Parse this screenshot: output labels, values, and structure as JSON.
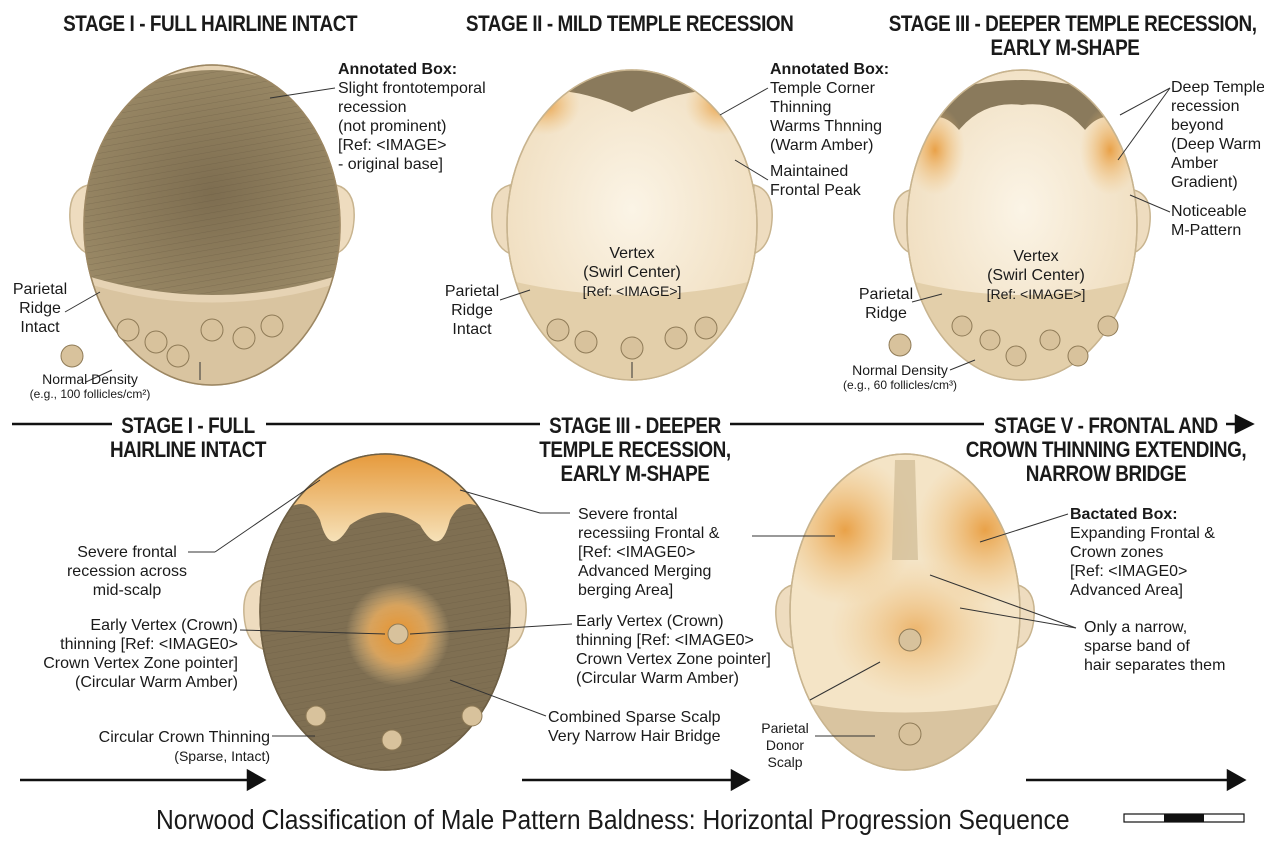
{
  "titles": {
    "top1": "STAGE I - FULL HAIRLINE INTACT",
    "top2": "STAGE II - MILD TEMPLE RECESSION",
    "top3a": "STAGE III - DEEPER TEMPLE RECESSION,",
    "top3b": "EARLY M-SHAPE",
    "mid1a": "STAGE I - FULL",
    "mid1b": "HAIRLINE INTACT",
    "mid2a": "STAGE III - DEEPER",
    "mid2b": "TEMPLE RECESSION,",
    "mid2c": "EARLY M-SHAPE",
    "mid3a": "STAGE V - FRONTAL AND",
    "mid3b": "CROWN THINNING EXTENDING,",
    "mid3c": "NARROW BRIDGE"
  },
  "stage1": {
    "box_title": "Annotated Box:",
    "box_lines": [
      "Slight frontotemporal",
      "recession",
      "(not prominent)",
      "[Ref: <IMAGE>",
      "- original base]"
    ],
    "parietal": [
      "Parietal",
      "Ridge",
      "Intact"
    ],
    "density": "Normal Density",
    "density_note": "(e.g., 100 follicles/cm²)"
  },
  "stage2": {
    "box_title": "Annotated Box:",
    "box_lines": [
      "Temple Corner",
      "Thinning",
      "Warms Thnning",
      "(Warm Amber)"
    ],
    "peak": [
      "Maintained",
      "Frontal Peak"
    ],
    "vertex": [
      "Vertex",
      "(Swirl Center)",
      "[Ref: <IMAGE>]"
    ],
    "parietal": [
      "Parietal",
      "Ridge",
      "Intact"
    ]
  },
  "stage3": {
    "box_lines": [
      "Deep Temple",
      "recession",
      "beyond",
      "(Deep Warm",
      "Amber",
      "Gradient)"
    ],
    "mpattern": [
      "Noticeable",
      "M-Pattern"
    ],
    "vertex": [
      "Vertex",
      "(Swirl Center)",
      "[Ref: <IMAGE>]"
    ],
    "parietal": [
      "Parietal",
      "Ridge"
    ],
    "density": "Normal Density",
    "density_note": "(e.g., 60 follicles/cm³)"
  },
  "stage4": {
    "left_top": [
      "Severe frontal",
      "recession across",
      "mid-scalp"
    ],
    "left_mid": [
      "Early Vertex (Crown)",
      "thinning [Ref: <IMAGE0>",
      "Crown Vertex Zone pointer]",
      "(Circular Warm Amber)"
    ],
    "left_bot": [
      "Circular Crown Thinning",
      "(Sparse, Intact)"
    ],
    "right_top": [
      "Severe frontal",
      "recessiing Frontal &",
      "[Ref: <IMAGE0>",
      "Advanced Merging",
      "berging Area]"
    ],
    "right_mid": [
      "Early Vertex (Crown)",
      "thinning [Ref: <IMAGE0>",
      "Crown Vertex Zone pointer]",
      "(Circular Warm Amber)"
    ],
    "right_bot": [
      "Combined Sparse Scalp",
      "Very Narrow Hair Bridge"
    ]
  },
  "stage5": {
    "box_title": "Bactated Box:",
    "box_lines": [
      "Expanding Frontal &",
      "Crown zones",
      "[Ref: <IMAGE0>",
      "Advanced Area]"
    ],
    "bridge": [
      "Only a narrow,",
      "sparse band of",
      "hair separates them"
    ],
    "parietal": [
      "Parietal",
      "Donor",
      "Scalp"
    ]
  },
  "caption": "Norwood Classification of Male Pattern Baldness: Horizontal Progression Sequence",
  "colors": {
    "hair": "#8a7a5c",
    "hair_dark": "#6e5f44",
    "skin": "#f3e6cf",
    "skin_edge": "#c8b48f",
    "amber": "#e8a040",
    "ink": "#1a1a1a"
  }
}
